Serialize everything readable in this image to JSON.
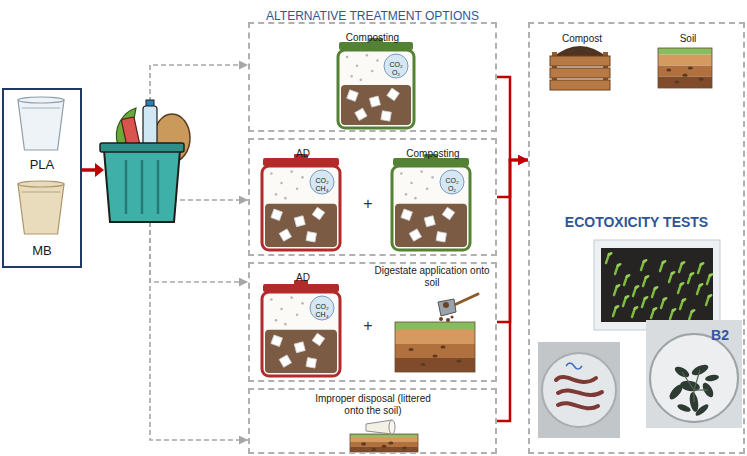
{
  "diagram": {
    "nodes": [
      {
        "text": [
          "PLA",
          "MB"
        ]
      },
      {
        "text": [
          "Composting"
        ]
      },
      {
        "text": [
          "AD",
          "+",
          "Composting"
        ]
      },
      {
        "text": [
          "AD",
          "+",
          "Digestate application onto soil"
        ]
      },
      {
        "text": [
          "Improper disposal (littered onto the soil)"
        ]
      },
      {
        "text": [
          "Compost",
          "Soil",
          "ECOTOXICITY TESTS"
        ]
      }
    ],
    "edges": [
      {
        "from": 0,
        "to": 1,
        "arrow": "to"
      },
      {
        "from": 0,
        "to": 2,
        "arrow": "to"
      },
      {
        "from": 0,
        "to": 3,
        "arrow": "to"
      },
      {
        "from": 0,
        "to": 4,
        "arrow": "to"
      },
      {
        "from": 1,
        "to": 5,
        "arrow": "to"
      },
      {
        "from": 2,
        "to": 5,
        "arrow": "to"
      },
      {
        "from": 3,
        "to": 5,
        "arrow": "to"
      },
      {
        "from": 4,
        "to": 5,
        "arrow": "to"
      }
    ],
    "labels": [
      "ALTERNATIVE TREATMENT OPTIONS",
      "CO₂",
      "O₂",
      "CO₂",
      "CH₄",
      "CO₂",
      "O₂",
      "CO₂",
      "CH₄",
      "B2"
    ]
  }
}
